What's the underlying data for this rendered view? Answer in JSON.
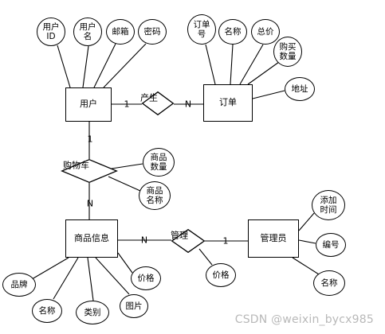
{
  "entities": {
    "user": "用户",
    "order": "订单",
    "product": "商品信息",
    "admin": "管理员"
  },
  "relations": {
    "produce": "产生",
    "cart": "购物车",
    "manage": "管理"
  },
  "attributes": {
    "user_id": "用户\nID",
    "user_name": "用户\n名",
    "email": "邮箱",
    "password": "密码",
    "order_no": "订单\n号",
    "order_name": "名称",
    "total_price": "总价",
    "buy_qty": "购买\n数量",
    "address": "地址",
    "cart_qty": "商品\n数量",
    "cart_name": "商品\n名称",
    "brand": "品牌",
    "prod_name": "名称",
    "category": "类别",
    "image": "图片",
    "price": "价格",
    "manage_price": "价格",
    "add_time": "添加\n时间",
    "admin_no": "编号",
    "admin_name": "名称"
  },
  "cardinalities": {
    "user_produce": "1",
    "produce_order": "N",
    "user_cart": "1",
    "cart_product": "N",
    "product_manage": "N",
    "manage_admin": "1"
  },
  "watermark": "CSDN @weixin_bycx985"
}
